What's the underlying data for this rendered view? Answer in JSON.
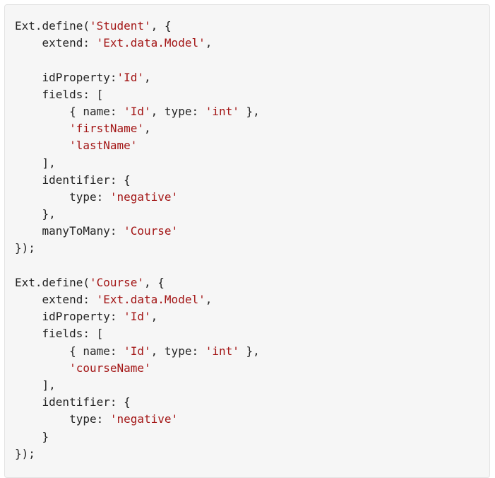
{
  "colors": {
    "panel_background": "#f6f6f6",
    "panel_border": "#e3e3e3",
    "code_text": "#242424",
    "string_literal": "#a31515"
  },
  "code": {
    "language": "javascript",
    "lines": [
      [
        {
          "t": "Ext.define(",
          "k": "plain"
        },
        {
          "t": "'Student'",
          "k": "str"
        },
        {
          "t": ", {",
          "k": "plain"
        }
      ],
      [
        {
          "t": "    extend: ",
          "k": "plain"
        },
        {
          "t": "'Ext.data.Model'",
          "k": "str"
        },
        {
          "t": ",",
          "k": "plain"
        }
      ],
      [],
      [
        {
          "t": "    idProperty:",
          "k": "plain"
        },
        {
          "t": "'Id'",
          "k": "str"
        },
        {
          "t": ",",
          "k": "plain"
        }
      ],
      [
        {
          "t": "    fields: [",
          "k": "plain"
        }
      ],
      [
        {
          "t": "        { name: ",
          "k": "plain"
        },
        {
          "t": "'Id'",
          "k": "str"
        },
        {
          "t": ", type: ",
          "k": "plain"
        },
        {
          "t": "'int'",
          "k": "str"
        },
        {
          "t": " },",
          "k": "plain"
        }
      ],
      [
        {
          "t": "        ",
          "k": "plain"
        },
        {
          "t": "'firstName'",
          "k": "str"
        },
        {
          "t": ",",
          "k": "plain"
        }
      ],
      [
        {
          "t": "        ",
          "k": "plain"
        },
        {
          "t": "'lastName'",
          "k": "str"
        }
      ],
      [
        {
          "t": "    ],",
          "k": "plain"
        }
      ],
      [
        {
          "t": "    identifier: {",
          "k": "plain"
        }
      ],
      [
        {
          "t": "        type: ",
          "k": "plain"
        },
        {
          "t": "'negative'",
          "k": "str"
        }
      ],
      [
        {
          "t": "    },",
          "k": "plain"
        }
      ],
      [
        {
          "t": "    manyToMany: ",
          "k": "plain"
        },
        {
          "t": "'Course'",
          "k": "str"
        }
      ],
      [
        {
          "t": "});",
          "k": "plain"
        }
      ],
      [],
      [
        {
          "t": "Ext.define(",
          "k": "plain"
        },
        {
          "t": "'Course'",
          "k": "str"
        },
        {
          "t": ", {",
          "k": "plain"
        }
      ],
      [
        {
          "t": "    extend: ",
          "k": "plain"
        },
        {
          "t": "'Ext.data.Model'",
          "k": "str"
        },
        {
          "t": ",",
          "k": "plain"
        }
      ],
      [
        {
          "t": "    idProperty: ",
          "k": "plain"
        },
        {
          "t": "'Id'",
          "k": "str"
        },
        {
          "t": ",",
          "k": "plain"
        }
      ],
      [
        {
          "t": "    fields: [",
          "k": "plain"
        }
      ],
      [
        {
          "t": "        { name: ",
          "k": "plain"
        },
        {
          "t": "'Id'",
          "k": "str"
        },
        {
          "t": ", type: ",
          "k": "plain"
        },
        {
          "t": "'int'",
          "k": "str"
        },
        {
          "t": " },",
          "k": "plain"
        }
      ],
      [
        {
          "t": "        ",
          "k": "plain"
        },
        {
          "t": "'courseName'",
          "k": "str"
        }
      ],
      [
        {
          "t": "    ],",
          "k": "plain"
        }
      ],
      [
        {
          "t": "    identifier: {",
          "k": "plain"
        }
      ],
      [
        {
          "t": "        type: ",
          "k": "plain"
        },
        {
          "t": "'negative'",
          "k": "str"
        }
      ],
      [
        {
          "t": "    }",
          "k": "plain"
        }
      ],
      [
        {
          "t": "});",
          "k": "plain"
        }
      ]
    ]
  }
}
